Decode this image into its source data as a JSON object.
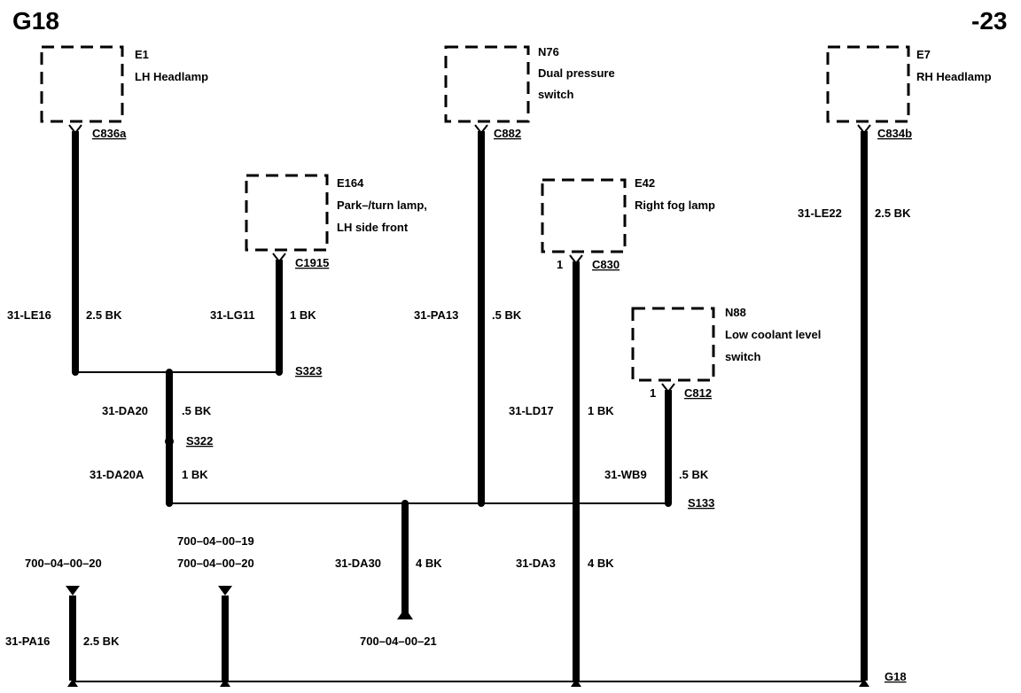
{
  "header": {
    "left": "G18",
    "right": "-23"
  },
  "components": [
    {
      "id": "E1",
      "lines": [
        "LH Headlamp"
      ]
    },
    {
      "id": "N76",
      "lines": [
        "Dual pressure",
        "switch"
      ]
    },
    {
      "id": "E7",
      "lines": [
        "RH Headlamp"
      ]
    },
    {
      "id": "E164",
      "lines": [
        "Park–/turn lamp,",
        "LH side front"
      ]
    },
    {
      "id": "E42",
      "lines": [
        "Right fog lamp"
      ]
    },
    {
      "id": "N88",
      "lines": [
        "Low coolant level",
        "switch"
      ]
    }
  ],
  "connectors": [
    "C836a",
    "C882",
    "C834b",
    "C1915",
    "C830",
    "C812"
  ],
  "pins": [
    "1",
    "1"
  ],
  "splices": [
    "S323",
    "S322",
    "S133"
  ],
  "wires": [
    {
      "circuit": "31-LE16",
      "size": "2.5 BK"
    },
    {
      "circuit": "31-LG11",
      "size": "1 BK"
    },
    {
      "circuit": "31-PA13",
      "size": ".5 BK"
    },
    {
      "circuit": "31-LE22",
      "size": "2.5 BK"
    },
    {
      "circuit": "31-DA20",
      "size": ".5 BK"
    },
    {
      "circuit": "31-DA20A",
      "size": "1 BK"
    },
    {
      "circuit": "31-LD17",
      "size": "1 BK"
    },
    {
      "circuit": "31-WB9",
      "size": ".5 BK"
    },
    {
      "circuit": "31-DA30",
      "size": "4 BK"
    },
    {
      "circuit": "31-DA3",
      "size": "4 BK"
    },
    {
      "circuit": "31-PA16",
      "size": "2.5 BK"
    }
  ],
  "references": [
    "700–04–00–20",
    "700–04–00–19",
    "700–04–00–20",
    "700–04–00–21"
  ],
  "ground": "G18"
}
